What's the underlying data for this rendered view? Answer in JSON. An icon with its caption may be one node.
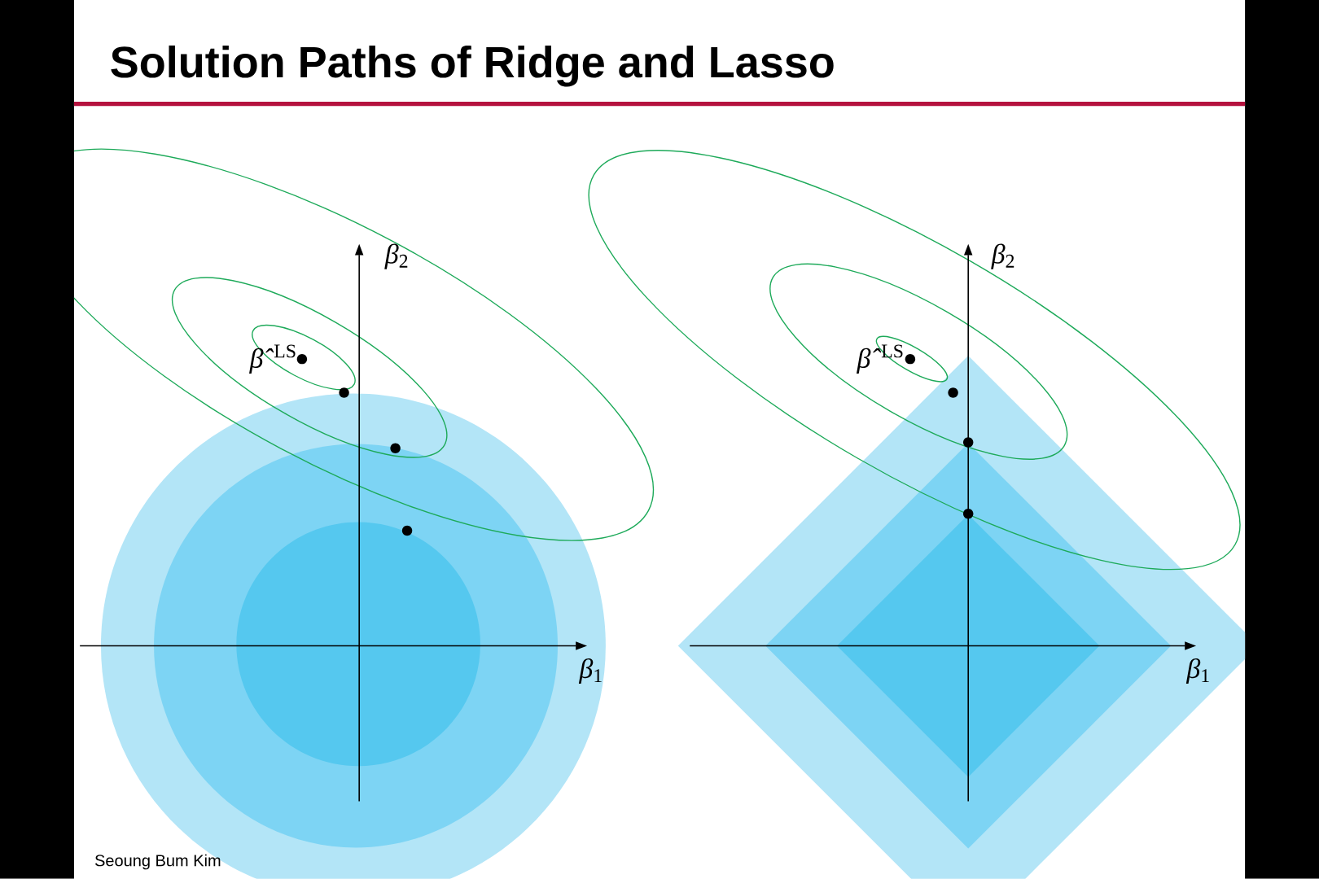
{
  "diagram": {
    "title": "Solution Paths of Ridge and Lasso",
    "labels": [
      "*β*$_{2}$",
      "*β̂*$^{LS}$",
      "*β*$_{1}$",
      "*β*$_{2}$",
      "*β̂*$^{LS}$",
      "*β*$_{1}$",
      "Seoung Bum Kim"
    ]
  }
}
